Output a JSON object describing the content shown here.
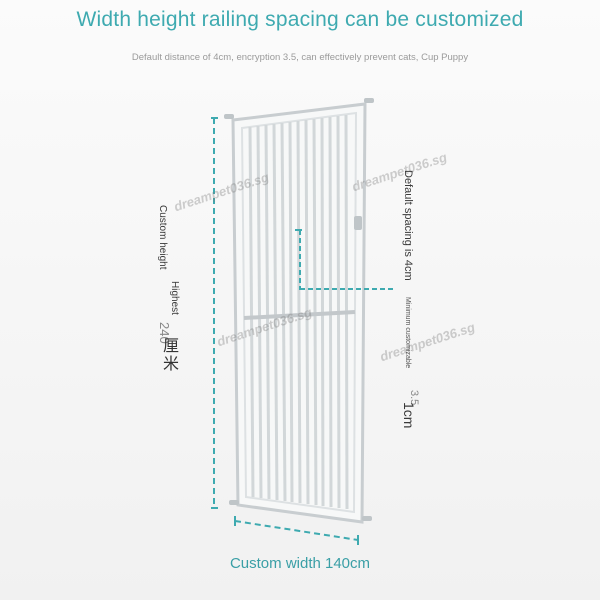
{
  "header": {
    "title": "Width height railing spacing can be customized",
    "subtitle": "Default distance of 4cm, encryption 3.5, can effectively prevent cats, Cup Puppy"
  },
  "labels": {
    "custom_height": "Custom height",
    "highest": "Highest",
    "height_value": "240",
    "height_unit_1": "厘",
    "height_unit_2": "米",
    "default_spacing": "Default spacing is 4cm",
    "minimum_customizable": "Minimum customizable",
    "min_value": "3.5",
    "min_unit": "1cm",
    "custom_width": "Custom width 140cm"
  },
  "watermark": {
    "text": "dreampet036.sg"
  },
  "colors": {
    "accent": "#3eaab0",
    "frame": "#cfd4d6",
    "bars": "#d9dddf"
  },
  "icons": [
    "gate-illustration",
    "dimension-arrow"
  ]
}
